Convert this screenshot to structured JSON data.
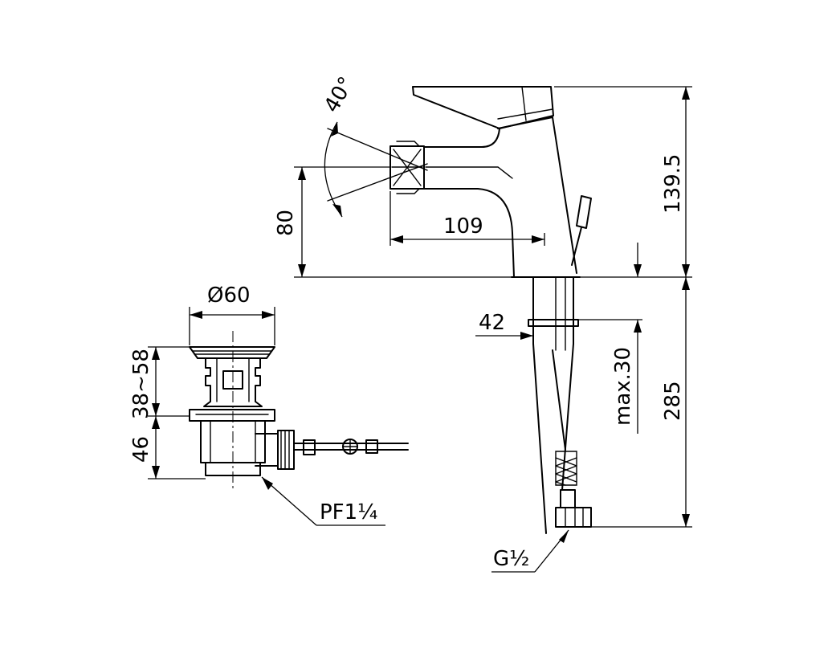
{
  "dimensions": {
    "spray_angle": "40°",
    "spout_height": "80",
    "spout_reach": "109",
    "faucet_height": "139.5",
    "base_width": "42",
    "max_deck": "max.30",
    "hose_length": "285",
    "drain_diameter": "Ø60",
    "drain_range": "38~58",
    "drain_body": "46"
  },
  "threads": {
    "drain_thread": "PF1¼",
    "supply_thread": "G½"
  },
  "icons": {
    "faucet": "bidet-mixer-side-view",
    "waste": "pop-up-waste-assembly"
  }
}
